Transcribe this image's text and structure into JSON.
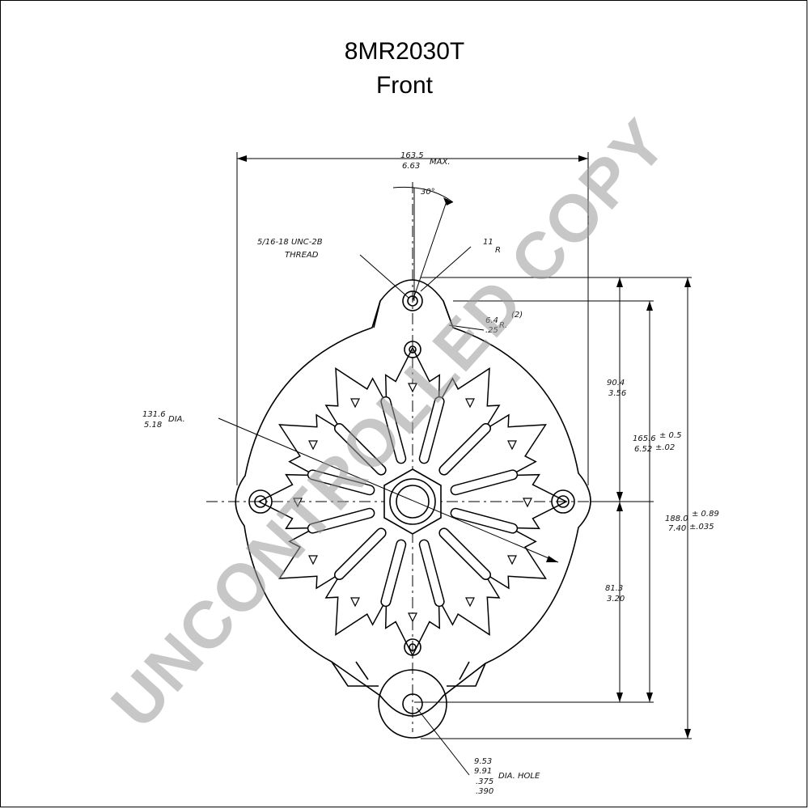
{
  "header": {
    "title": "8MR2030T",
    "subtitle": "Front"
  },
  "dimensions": {
    "overall_width": "163.5",
    "overall_width_in": "6.63",
    "overall_width_suffix": "MAX.",
    "angle": "30°",
    "thread_line1": "5/16-18 UNC-2B",
    "thread_line2": "THREAD",
    "top_radius": "11",
    "top_radius_suffix": "R",
    "small_radius": "6.4",
    "small_radius_in": ".25",
    "small_radius_suffix": "R.",
    "small_radius_note": "(2)",
    "upper_height": "90.4",
    "upper_height_in": "3.56",
    "mount_height": "165.6",
    "mount_height_tol": "± 0.5",
    "mount_height_in": "6.52",
    "mount_height_in_tol": "±.02",
    "body_dia": "131.6",
    "body_dia_in": "5.18",
    "body_dia_suffix": "DIA.",
    "overall_height": "188.0",
    "overall_height_tol": "± 0.89",
    "overall_height_in": "7.40",
    "overall_height_in_tol": "±.035",
    "lower_height": "81.3",
    "lower_height_in": "3.20",
    "hole_mm_a": "9.53",
    "hole_mm_b": "9.91",
    "hole_in_a": ".375",
    "hole_in_b": ".390",
    "hole_suffix": "DIA. HOLE"
  },
  "watermark": "UNCONTROLLED COPY",
  "colors": {
    "ink": "#000000",
    "watermark": "#9a9a9a",
    "background": "#ffffff"
  }
}
